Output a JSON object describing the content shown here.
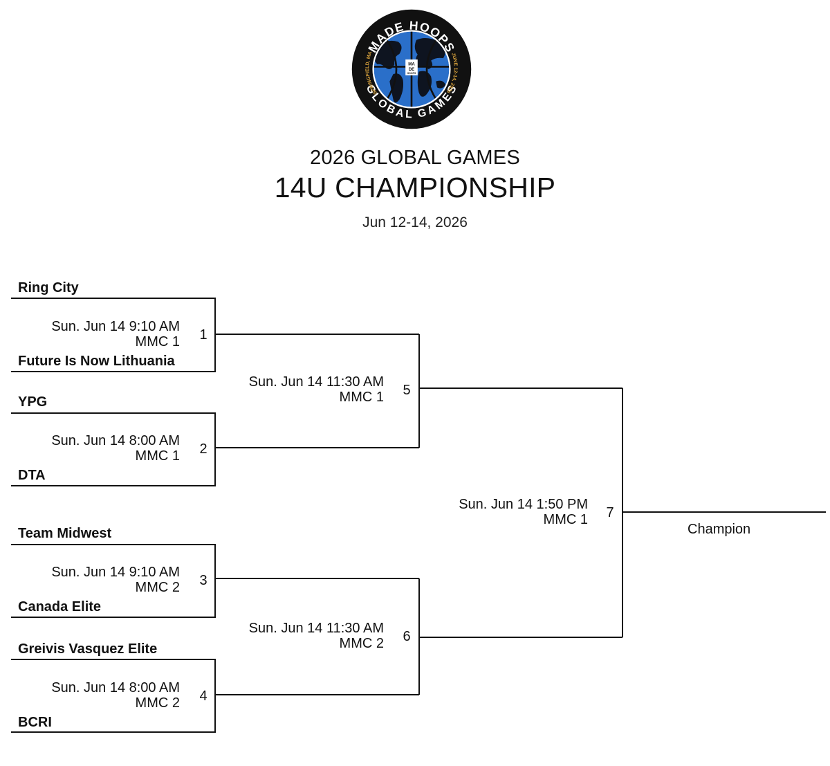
{
  "header": {
    "logo": {
      "ring_top": "MADE HOOPS",
      "ring_bottom": "GLOBAL GAMES",
      "ring_left": "SPRINGFIELD, MA",
      "ring_right": "JUNE 12-14, 2026",
      "center_mark": "MADE HOOPS",
      "colors": {
        "ring": "#111111",
        "ocean": "#2a6fc9",
        "land": "#0e1420",
        "text": "#ffffff",
        "accent": "#d8a23c"
      }
    },
    "subtitle": "2026 GLOBAL GAMES",
    "title": "14U CHAMPIONSHIP",
    "dates": "Jun 12-14, 2026"
  },
  "bracket": {
    "round1": [
      {
        "game": "1",
        "top_team": "Ring City",
        "bottom_team": "Future Is Now Lithuania",
        "time": "Sun. Jun 14 9:10 AM",
        "court": "MMC 1"
      },
      {
        "game": "2",
        "top_team": "YPG",
        "bottom_team": "DTA",
        "time": "Sun. Jun 14 8:00 AM",
        "court": "MMC 1"
      },
      {
        "game": "3",
        "top_team": "Team Midwest",
        "bottom_team": "Canada Elite",
        "time": "Sun. Jun 14 9:10 AM",
        "court": "MMC 2"
      },
      {
        "game": "4",
        "top_team": "Greivis Vasquez Elite",
        "bottom_team": "BCRI",
        "time": "Sun. Jun 14 8:00 AM",
        "court": "MMC 2"
      }
    ],
    "semifinals": [
      {
        "game": "5",
        "time": "Sun. Jun 14 11:30 AM",
        "court": "MMC 1"
      },
      {
        "game": "6",
        "time": "Sun. Jun 14 11:30 AM",
        "court": "MMC 2"
      }
    ],
    "final": {
      "game": "7",
      "time": "Sun. Jun 14 1:50 PM",
      "court": "MMC 1"
    },
    "champion_label": "Champion"
  }
}
